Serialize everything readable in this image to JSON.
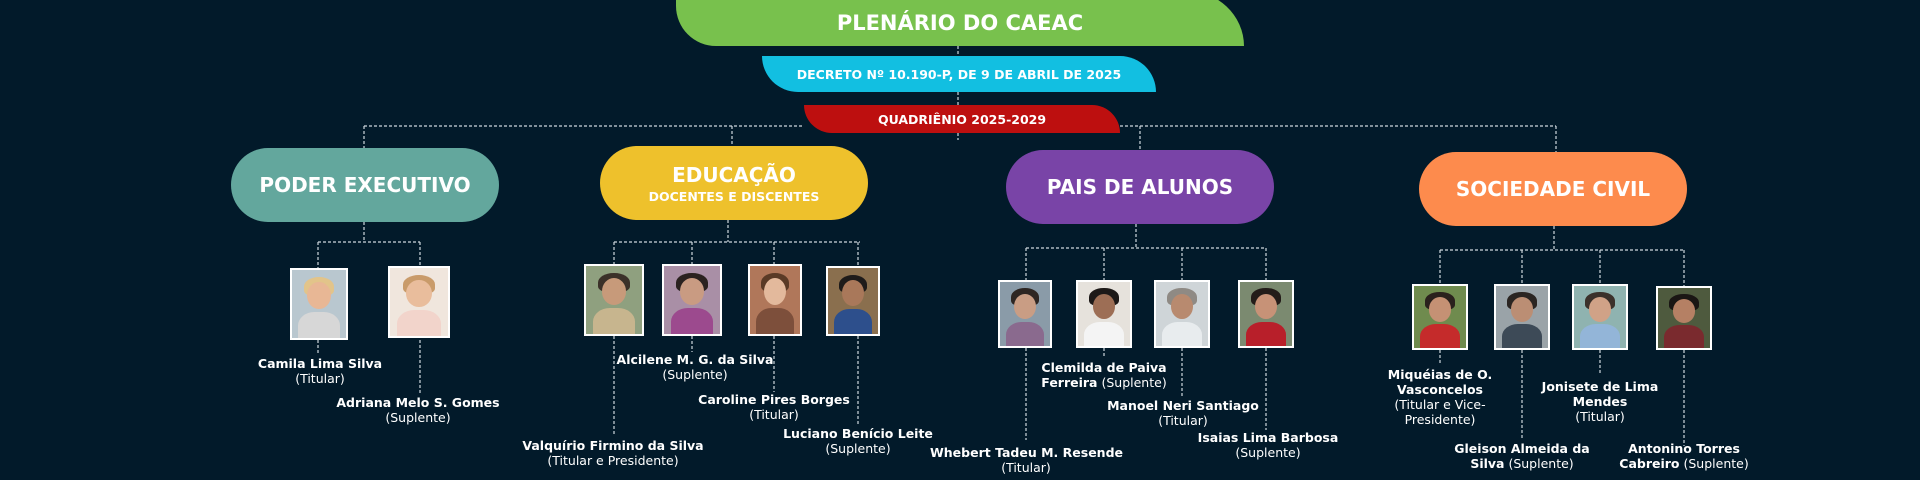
{
  "header": {
    "title": "PLENÁRIO DO CAEAC",
    "decree": "DECRETO Nº 10.190-P, DE 9 DE ABRIL DE 2025",
    "period": "QUADRIÊNIO 2025-2029"
  },
  "groups": {
    "executivo": {
      "title": "PODER EXECUTIVO",
      "color": "#63a79d"
    },
    "educacao": {
      "title": "EDUCAÇÃO",
      "subtitle": "DOCENTES E DISCENTES",
      "color": "#eec12c"
    },
    "pais": {
      "title": "PAIS DE ALUNOS",
      "color": "#7944a7"
    },
    "sociedade": {
      "title": "SOCIEDADE CIVIL",
      "color": "#fd8b4d"
    }
  },
  "members": {
    "camila": {
      "name": "Camila Lima Silva",
      "role": "(Titular)"
    },
    "adriana": {
      "name": "Adriana Melo S. Gomes",
      "role": "(Suplente)"
    },
    "alcilene": {
      "name": "Alcilene M. G. da Silva",
      "role": "(Suplente)"
    },
    "caroline": {
      "name": "Caroline Pires Borges",
      "role": "(Titular)"
    },
    "luciano": {
      "name": "Luciano Benício Leite",
      "role": "(Suplente)"
    },
    "valquirio": {
      "name": "Valquírio Firmino da Silva",
      "role": "(Titular e Presidente)"
    },
    "clemilda": {
      "name_line1": "Clemilda de Paiva",
      "name_line2": "Ferreira",
      "role": "(Suplente)"
    },
    "manoel": {
      "name": "Manoel Neri Santiago",
      "role": "(Titular)"
    },
    "isaias": {
      "name": "Isaias Lima Barbosa",
      "role": "(Suplente)"
    },
    "whebert": {
      "name": "Whebert Tadeu M. Resende",
      "role": "(Titular)"
    },
    "miqueias": {
      "name_line1": "Miquéias de O.",
      "name_line2": "Vasconcelos",
      "role_line1": "(Titular e Vice-",
      "role_line2": "Presidente)"
    },
    "jonisete": {
      "name_line1": "Jonisete de Lima",
      "name_line2": "Mendes",
      "role": "(Titular)"
    },
    "gleison": {
      "name_line1": "Gleison Almeida da",
      "name_line2": "Silva",
      "role": "(Suplente)"
    },
    "antonino": {
      "name_line1": "Antonino Torres",
      "name_line2": "Cabreiro",
      "role": "(Suplente)"
    }
  },
  "colors": {
    "background": "#021a2a",
    "connector": "#cfd8de"
  }
}
